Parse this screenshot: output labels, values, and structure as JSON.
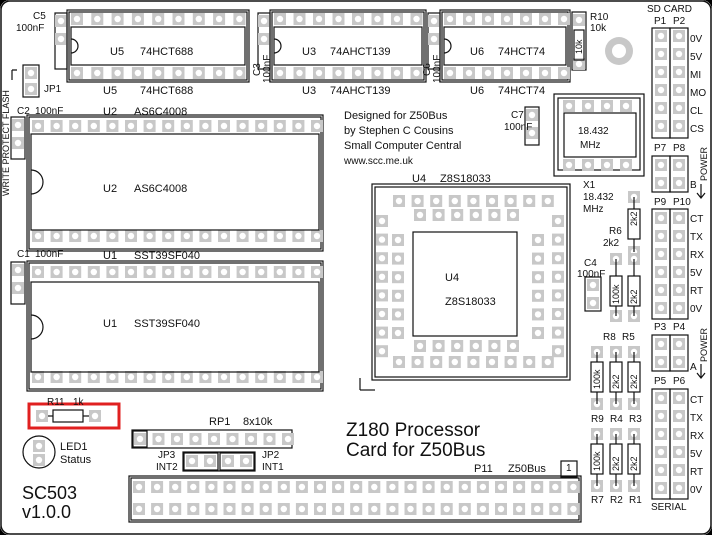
{
  "board": {
    "name": "SC503",
    "version": "v1.0.0",
    "title_line1": "Z180 Processor",
    "title_line2": "Card for Z50Bus",
    "credit": [
      "Designed for Z50Bus",
      "by Stephen C Cousins",
      "Small Computer Central",
      "www.scc.me.uk"
    ]
  },
  "labels": {
    "c5": "C5",
    "c5v": "100nF",
    "u5": "U5",
    "u5p": "74HCT688",
    "u5b": "U5",
    "u5pb": "74HCT688",
    "c3": "C3",
    "c3v": "100nF",
    "u3": "U3",
    "u3p": "74AHCT139",
    "u3b": "U3",
    "u3pb": "74AHCT139",
    "c6": "C6",
    "c6v": "100nF",
    "u6": "U6",
    "u6p": "74HCT74",
    "u6b": "U6",
    "u6pb": "74HCT74",
    "r10": "R10",
    "r10v": "10k",
    "r10b": "10k",
    "jp1": "JP1",
    "wp": "WRITE PROTECT FLASH",
    "c2": "C2",
    "c2v": "100nF",
    "u2": "U2",
    "u2p": "AS6C4008",
    "u2i": "U2",
    "u2pi": "AS6C4008",
    "c7": "C7",
    "c7v": "100nF",
    "c1": "C1",
    "c1v": "100nF",
    "u1": "U1",
    "u1p": "SST39SF040",
    "u1i": "U1",
    "u1pi": "SST39SF040",
    "u4": "U4",
    "u4p": "Z8S18033",
    "u4i": "U4",
    "u4pi": "Z8S18033",
    "xtal": "18.432",
    "xtalu": "MHz",
    "x1": "X1",
    "x1v": "18.432",
    "x1u": "MHz",
    "r6": "R6",
    "r6v": "2k2",
    "r6b": "2k2",
    "c4": "C4",
    "c4v": "100nF",
    "r8": "R8",
    "r5": "R5",
    "r8b": "100k",
    "r5b": "2k2",
    "r9": "R9",
    "r4": "R4",
    "r3": "R3",
    "r9b": "100k",
    "r4b": "2k2",
    "r3b": "2k2",
    "r7": "R7",
    "r2": "R2",
    "r1": "R1",
    "r7b": "100k",
    "r2b": "2k2",
    "r1b": "2k2",
    "r11": "R11",
    "r11v": "1k",
    "led1": "LED1",
    "led1s": "Status",
    "rp1": "RP1",
    "rp1v": "8x10k",
    "jp3": "JP3",
    "int2": "INT2",
    "jp2": "JP2",
    "int1": "INT1",
    "p11": "P11",
    "z50": "Z50Bus",
    "pin1": "1",
    "sdcard": "SD CARD",
    "p1": "P1",
    "p2": "P2",
    "sd": [
      "0V",
      "5V",
      "MI",
      "MO",
      "CL",
      "CS"
    ],
    "p7": "P7",
    "p8": "P8",
    "power": "POWER",
    "pb": "B",
    "p9": "P9",
    "p10": "P10",
    "serb": [
      "CT",
      "TX",
      "RX",
      "5V",
      "RT",
      "0V"
    ],
    "p3": "P3",
    "p4": "P4",
    "pa": "A",
    "p5": "P5",
    "p6": "P6",
    "sera": [
      "CT",
      "TX",
      "RX",
      "5V",
      "RT",
      "0V"
    ],
    "serial": "SERIAL"
  }
}
